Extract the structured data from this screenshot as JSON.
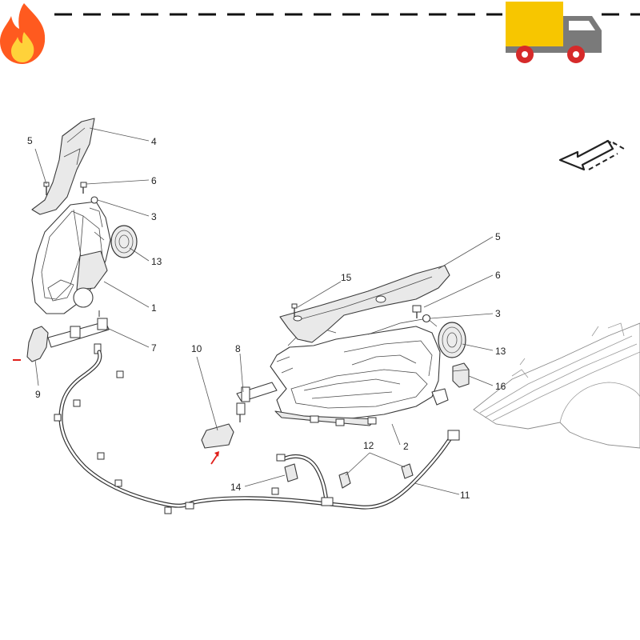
{
  "colors": {
    "flame_outer": "#ff5a1f",
    "flame_inner": "#ffd23a",
    "truck_cargo": "#f7c600",
    "truck_cab": "#7a7a7a",
    "truck_wheel": "#d62a2a",
    "dash": "#111111",
    "indicator_arrow": "#e0201b"
  },
  "header": {
    "left_icon": "fire-icon",
    "right_icon": "delivery-truck-icon"
  },
  "diagram": {
    "direction_icon": "forward-direction-arrow-icon",
    "callouts": [
      {
        "id": "c5a",
        "label": "5"
      },
      {
        "id": "c4",
        "label": "4"
      },
      {
        "id": "c6a",
        "label": "6"
      },
      {
        "id": "c3a",
        "label": "3"
      },
      {
        "id": "c13a",
        "label": "13"
      },
      {
        "id": "c1",
        "label": "1"
      },
      {
        "id": "c7",
        "label": "7"
      },
      {
        "id": "c9",
        "label": "9"
      },
      {
        "id": "c10",
        "label": "10"
      },
      {
        "id": "c8",
        "label": "8"
      },
      {
        "id": "c15",
        "label": "15"
      },
      {
        "id": "c5b",
        "label": "5"
      },
      {
        "id": "c6b",
        "label": "6"
      },
      {
        "id": "c3b",
        "label": "3"
      },
      {
        "id": "c13b",
        "label": "13"
      },
      {
        "id": "c16",
        "label": "16"
      },
      {
        "id": "c2",
        "label": "2"
      },
      {
        "id": "c12",
        "label": "12"
      },
      {
        "id": "c14",
        "label": "14"
      },
      {
        "id": "c11",
        "label": "11"
      }
    ]
  }
}
